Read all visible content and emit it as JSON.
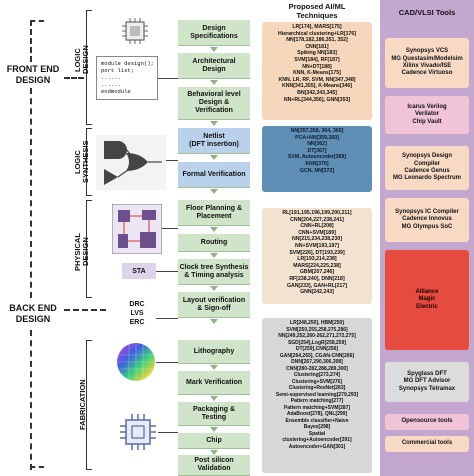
{
  "design_labels": {
    "front_end": "FRONT END\nDESIGN",
    "back_end": "BACK END\nDESIGN"
  },
  "phases": {
    "logic_design": "LOGIC\nDESIGN",
    "logic_synthesis": "LOGIC\nSYNTHESIS",
    "physical_design": "PHYSICAL\nDESIGN",
    "fabrication": "FABRICATION"
  },
  "code_sample": "module design();\nport list;\n......\n......\nendmodule",
  "sta_label": "STA",
  "drc_lvs_erc": "DRC\nLVS\nERC",
  "steps": [
    "Design\nSpecifications",
    "Architectural\nDesign",
    "Behavioral level\nDesign &\nVerification",
    "Netlist\n(DFT insertion)",
    "Formal Verification",
    "Floor Planning &\nPlacement",
    "Routing",
    "Clock tree Synthesis\n& Timing analysis",
    "Layout verification\n& Sign-off",
    "Lithography",
    "Mark Verification",
    "Packaging &\nTesting",
    "Chip",
    "Post silicon\nValidation"
  ],
  "ai_header": "Proposed AI/ML\nTechniques",
  "ai_boxes": [
    "LR[174], MARS[175]\nHierarchical clustering+LR[176]\nNN[178,182,186,351, 352]\nCNN[181]\nSpiking NN[183]\nSVM[184], RF[187]\nNN+DT[188]\nKNN, K-Means[175]\nKNN, LR, RF, SVM, NN[347,348]\nKNN[341,355], K-Means[346]\nBN[342,343,345]\nNN+RL[344,356], GNN[353]",
    "NN[357,358, 364, 365]\nPCA+NN[359,360]\nNN[362]\nDT[367]\nSVM, Autoencoder[369]\nKNN[370]\nGCN, NN[372]",
    "RL[191,195,196,199,200,211]\nCNN[204,227,238,241]\nCNN+RL[208]\nCNN+SVM[189]\nNN[215,234,238,230]\nNN+SVM[193,197]\nSVM[226], DT[193,239]\nLR[193,214,238]\nMARS[224,225,238]\nGBM[207,246]\nRF[238,240], DNN[218]\nGAN[233], GAN+RL[217]\nGNN[242,243]",
    "LR[248,250], HBM[250]\nSVM[250,255,258,275,286]\nNN[249,252,260-262,271,272,275]\nSGD[254],LogR[258,259]\nDT[259],CNN[256]\nGAN[264,265], CGAN-CNN[266]\nDNN[267,290,306,308]\nCNN[280-282,288,289,300]\nClustering[273,274]\nClustering+SVM[276]\nClustering+ResNet[283]\nSemi-supervised learning[279,293]\nPattern matching[277]\nPattern matching+SVM[287]\nAdaBoost[278], QNL[299]\nEnsemble classifier+Naive\nBayes[298]\nSpatial\nclustering+Autoencoder[291]\nAutoencoder+GAN[301]"
  ],
  "tools_header": "CAD/VLSI Tools",
  "tools": [
    "Synopsys VCS\nMG Questasim/Modelsim\nXilinx Vivado/ISE\nCadence Virtuoso",
    "Icarus Verilog\nVerilator\nChip Vault",
    "Synopsys Design\nCompiler\nCadence Genus\nMG Leonardo Spectrum",
    "Synopsys IC Compiler\nCadence Innovus\nMG Olympus SoC",
    "Alliance\nMagic\nElectric",
    "Spyglass DFT\nMG DFT Advisor\nSynopsys Tetramax"
  ],
  "legend": {
    "opensource": "Opensource tools",
    "commercial": "Commercial tools"
  },
  "colors": {
    "step_green": "#cfe4c8",
    "tools_purple": "#c4a7cf",
    "commercial_pink": "#f1c3d6",
    "opensource_red": "#e54c3f"
  }
}
